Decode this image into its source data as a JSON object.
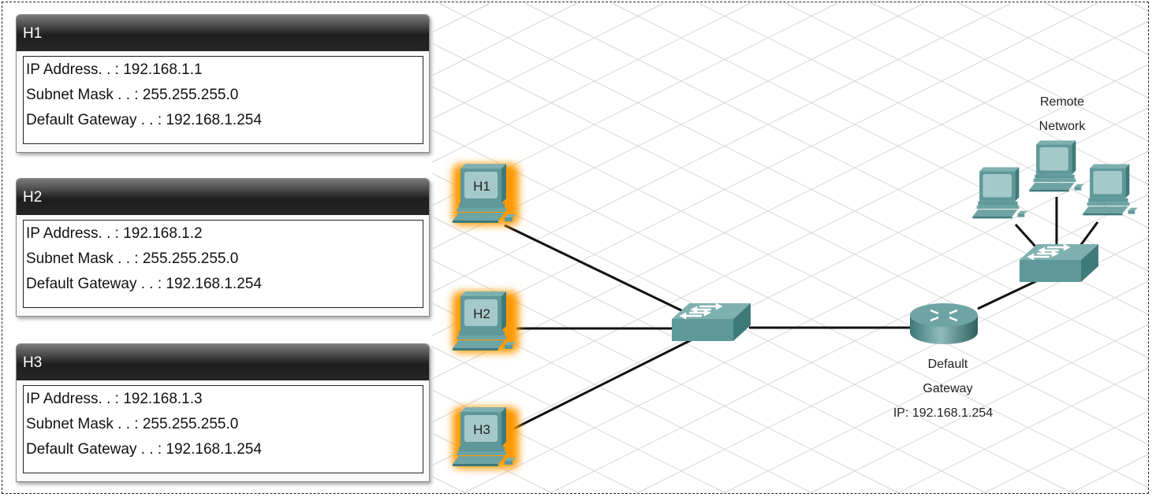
{
  "hosts": [
    {
      "name": "H1",
      "ip_label": "IP Address. . : 192.168.1.1",
      "mask_label": "Subnet Mask . . : 255.255.255.0",
      "gw_label": "Default Gateway . . : 192.168.1.254"
    },
    {
      "name": "H2",
      "ip_label": "IP Address. . : 192.168.1.2",
      "mask_label": "Subnet Mask . . : 255.255.255.0",
      "gw_label": "Default Gateway . . : 192.168.1.254"
    },
    {
      "name": "H3",
      "ip_label": "IP Address. . : 192.168.1.3",
      "mask_label": "Subnet Mask . . : 255.255.255.0",
      "gw_label": "Default Gateway . . : 192.168.1.254"
    }
  ],
  "router": {
    "label_line1": "Default",
    "label_line2": "Gateway",
    "ip_label": "IP: 192.168.1.254"
  },
  "remote": {
    "label_line1": "Remote",
    "label_line2": "Network"
  },
  "colors": {
    "device": "#5f9898",
    "device_light": "#a5c8c8",
    "highlight": "#ff9900",
    "cable": "#111111",
    "grid": "#d4d4d4"
  }
}
